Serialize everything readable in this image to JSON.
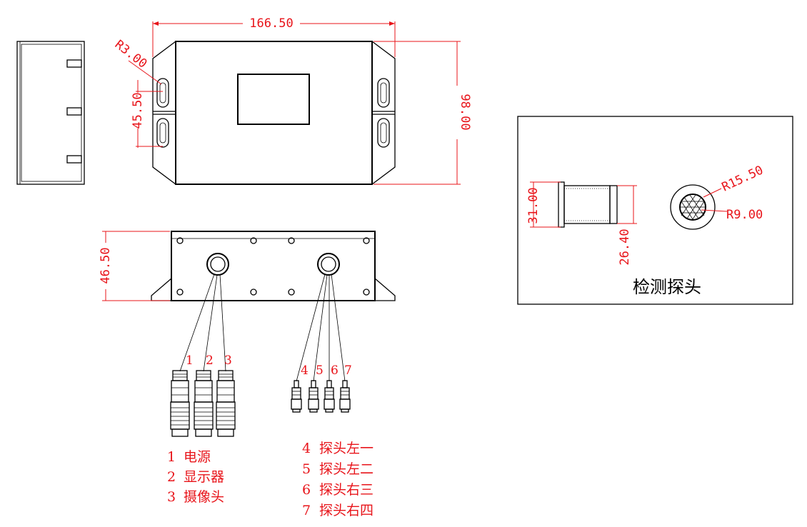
{
  "dimensions": {
    "width": "166.50",
    "height": "98.00",
    "radius": "R3.00",
    "slot_spacing": "45.50",
    "side_height": "46.50",
    "probe_length": "31.00",
    "probe_body": "26.40",
    "probe_outer_radius": "R15.50",
    "probe_inner_radius": "R9.00"
  },
  "probe_title": "检测探头",
  "connector_numbers": [
    "1",
    "2",
    "3",
    "4",
    "5",
    "6",
    "7"
  ],
  "legend": [
    {
      "num": "1",
      "label": "电源"
    },
    {
      "num": "2",
      "label": "显示器"
    },
    {
      "num": "3",
      "label": "摄像头"
    },
    {
      "num": "4",
      "label": "探头左一"
    },
    {
      "num": "5",
      "label": "探头左二"
    },
    {
      "num": "6",
      "label": "探头右三"
    },
    {
      "num": "7",
      "label": "探头右四"
    }
  ],
  "colors": {
    "dimension": "#e8141a",
    "line": "#000000"
  }
}
